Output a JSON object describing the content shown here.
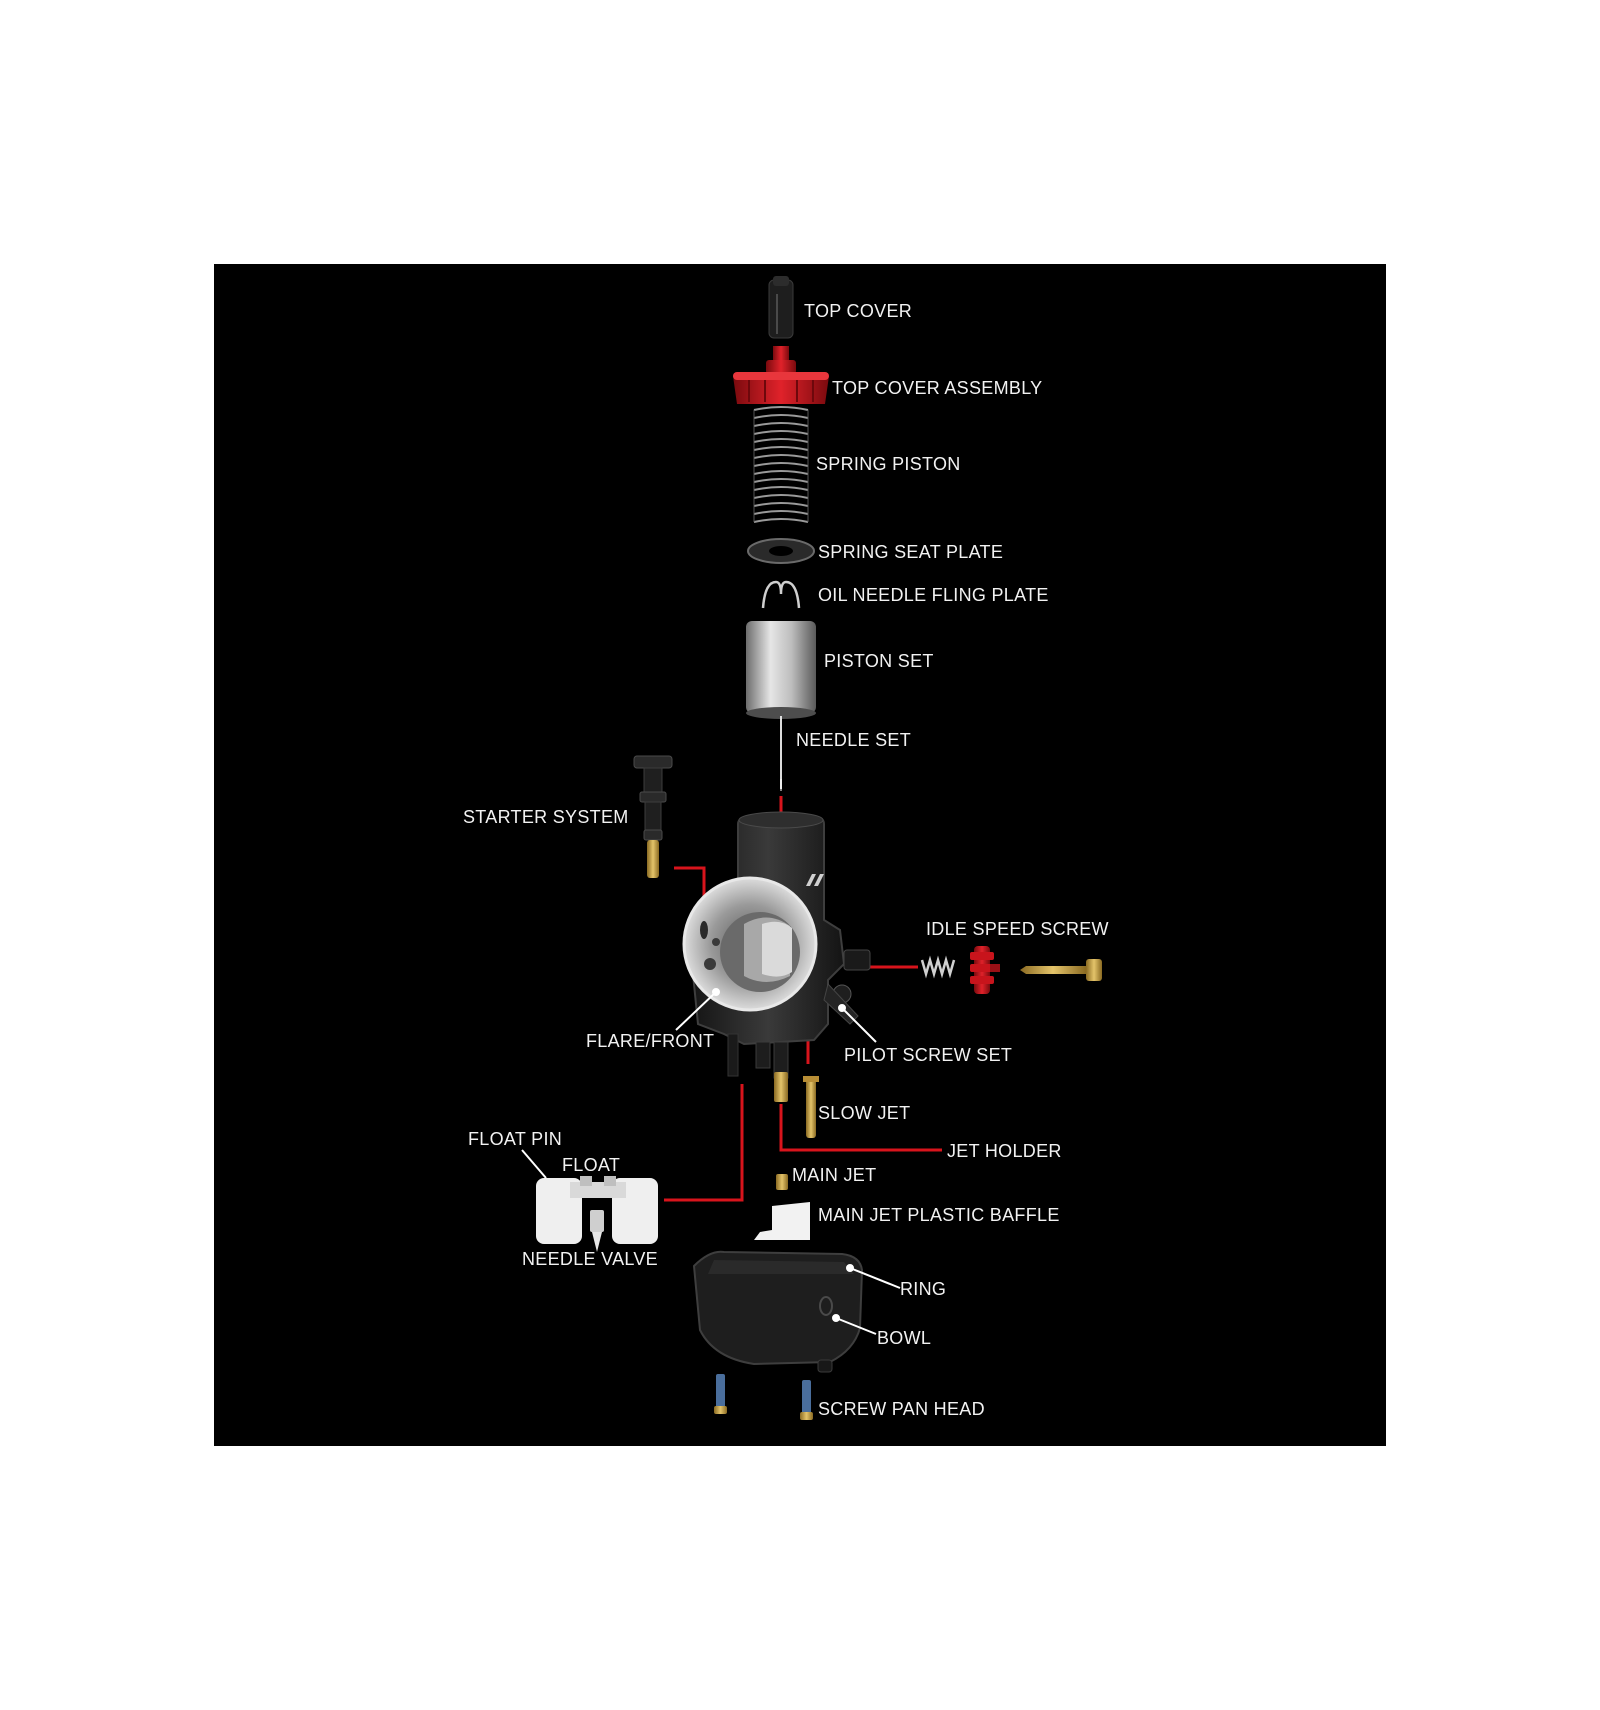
{
  "colors": {
    "background": "#000000",
    "leader": "#d8141c",
    "label": "#f2f2f2",
    "accent_red": "#c8141c",
    "brass": "#c9a24a"
  },
  "labels": {
    "top_cover": "TOP COVER",
    "top_cover_assembly": "TOP COVER ASSEMBLY",
    "spring_piston": "SPRING PISTON",
    "spring_seat_plate": "SPRING SEAT PLATE",
    "oil_needle_fling_plate": "OIL NEEDLE FLING PLATE",
    "piston_set": "PISTON SET",
    "needle_set": "NEEDLE SET",
    "starter_system": "STARTER SYSTEM",
    "idle_speed_screw": "IDLE SPEED SCREW",
    "flare_front": "FLARE/FRONT",
    "pilot_screw_set": "PILOT SCREW SET",
    "slow_jet": "SLOW JET",
    "jet_holder": "JET HOLDER",
    "float_pin": "FLOAT PIN",
    "float": "FLOAT",
    "main_jet": "MAIN JET",
    "main_jet_plastic_baffle": "MAIN JET PLASTIC BAFFLE",
    "needle_valve": "NEEDLE VALVE",
    "ring": "RING",
    "bowl": "BOWL",
    "screw_pan_head": "SCREW PAN HEAD"
  }
}
